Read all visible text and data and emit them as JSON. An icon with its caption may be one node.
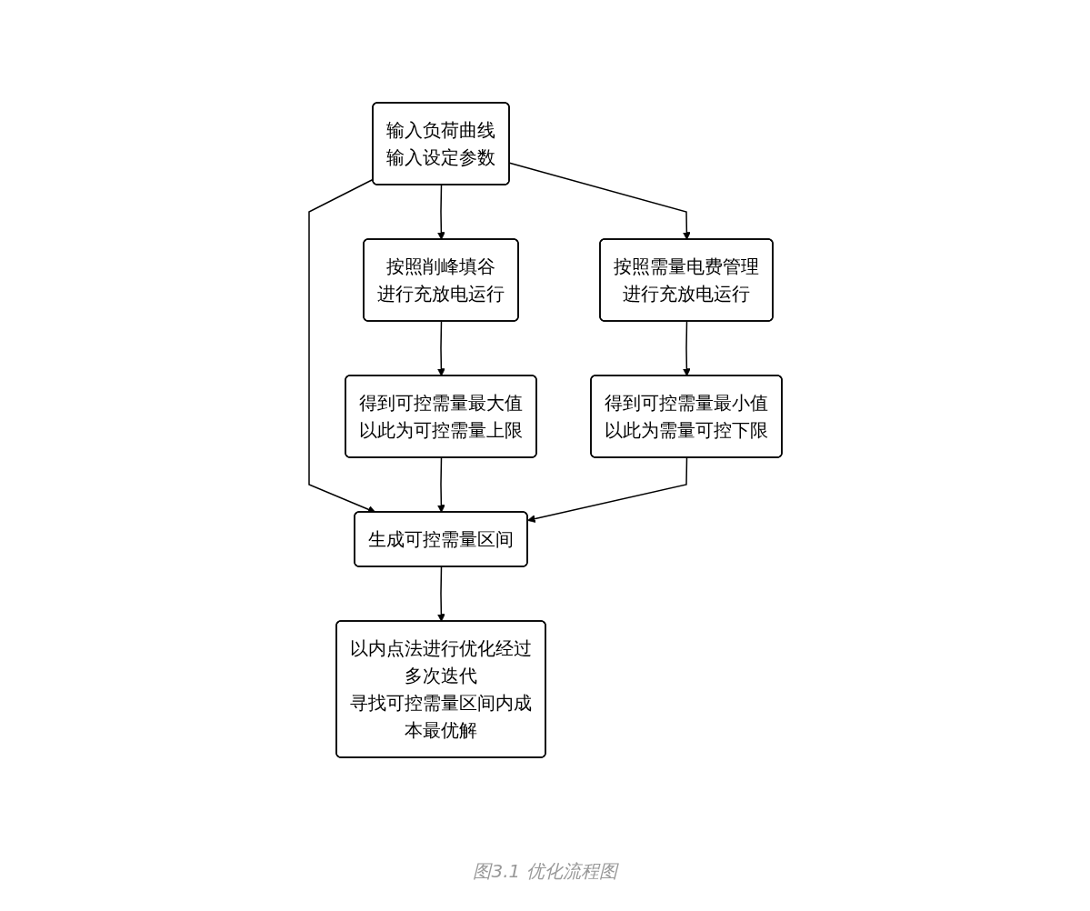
{
  "diagram": {
    "caption": "图3.1 优化流程图",
    "nodes": [
      {
        "text": [
          "输入负荷曲线",
          "输入设定参数"
        ]
      },
      {
        "text": [
          "按照削峰填谷",
          "进行充放电运行"
        ]
      },
      {
        "text": [
          "按照需量电费管理",
          "进行充放电运行"
        ]
      },
      {
        "text": [
          "得到可控需量最大值",
          "以此为可控需量上限"
        ]
      },
      {
        "text": [
          "得到可控需量最小值",
          "以此为需量可控下限"
        ]
      },
      {
        "text": [
          "生成可控需量区间"
        ]
      },
      {
        "text": [
          "以内点法进行优化经过多次迭代",
          "寻找可控需量区间内成本最优解"
        ]
      }
    ],
    "edges": [
      {
        "from": 0,
        "to": 1,
        "arrow": "to"
      },
      {
        "from": 0,
        "to": 5,
        "arrow": "to"
      },
      {
        "from": 0,
        "to": 2,
        "arrow": "to"
      },
      {
        "from": 1,
        "to": 3,
        "arrow": "to"
      },
      {
        "from": 2,
        "to": 4,
        "arrow": "to"
      },
      {
        "from": 3,
        "to": 5,
        "arrow": "to"
      },
      {
        "from": 4,
        "to": 5,
        "arrow": "to"
      },
      {
        "from": 5,
        "to": 6,
        "arrow": "to"
      }
    ]
  }
}
